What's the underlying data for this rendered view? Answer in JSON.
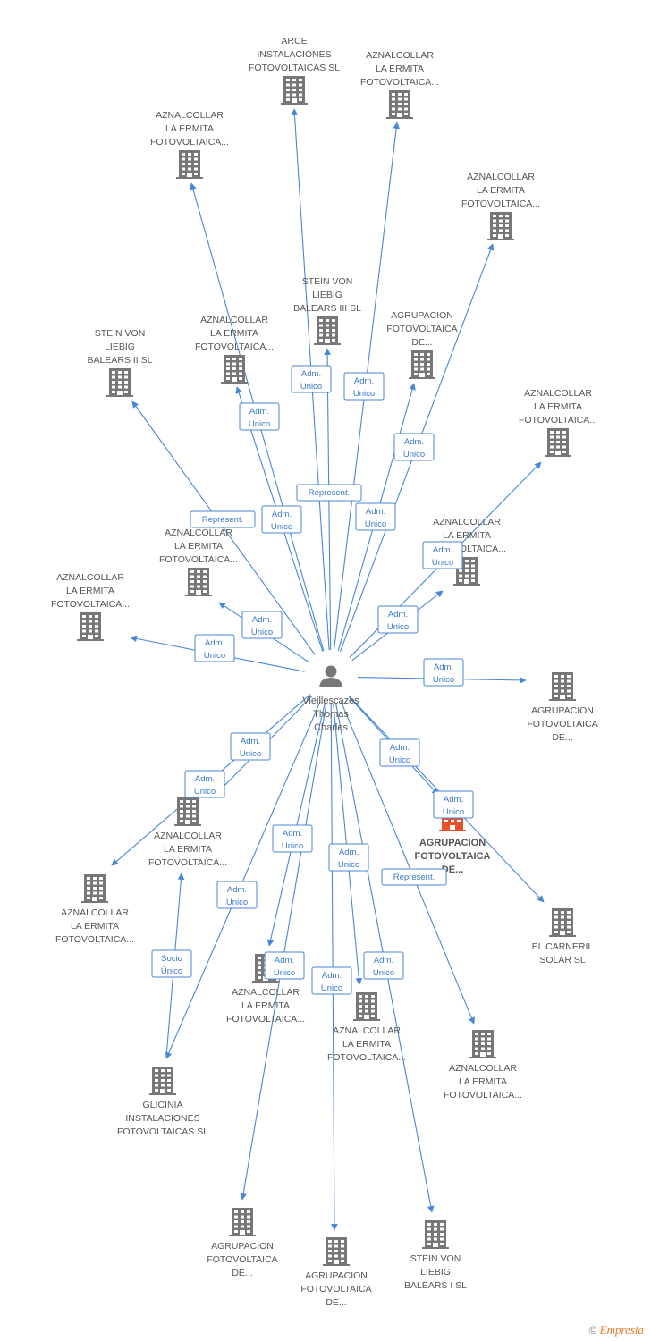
{
  "center": {
    "lines": [
      "Vieillescazes",
      "Thomas",
      "Charles"
    ],
    "icon": "person-icon"
  },
  "colors": {
    "edge": "#4a86d6",
    "building": "#777777",
    "highlight": "#e8502a"
  },
  "nodes": [
    {
      "id": "n1",
      "lines": [
        "ARCE",
        "INSTALACIONES",
        "FOTOVOLTAICAS SL"
      ],
      "icon": "building-icon"
    },
    {
      "id": "n2",
      "lines": [
        "AZNALCOLLAR",
        "LA ERMITA",
        "FOTOVOLTAICA..."
      ],
      "icon": "building-icon"
    },
    {
      "id": "n3",
      "lines": [
        "AZNALCOLLAR",
        "LA ERMITA",
        "FOTOVOLTAICA..."
      ],
      "icon": "building-icon"
    },
    {
      "id": "n4",
      "lines": [
        "AZNALCOLLAR",
        "LA ERMITA",
        "FOTOVOLTAICA..."
      ],
      "icon": "building-icon"
    },
    {
      "id": "n5",
      "lines": [
        "STEIN VON",
        "LIEBIG",
        "BALEARS III SL"
      ],
      "icon": "building-icon"
    },
    {
      "id": "n6",
      "lines": [
        "AGRUPACION",
        "FOTOVOLTAICA",
        "DE..."
      ],
      "icon": "building-icon"
    },
    {
      "id": "n7",
      "lines": [
        "AZNALCOLLAR",
        "LA ERMITA",
        "FOTOVOLTAICA..."
      ],
      "icon": "building-icon"
    },
    {
      "id": "n8",
      "lines": [
        "STEIN VON",
        "LIEBIG",
        "BALEARS II SL"
      ],
      "icon": "building-icon"
    },
    {
      "id": "n9",
      "lines": [
        "AZNALCOLLAR",
        "LA ERMITA",
        "FOTOVOLTAICA..."
      ],
      "icon": "building-icon"
    },
    {
      "id": "n10",
      "lines": [
        "AZNALCOLLAR",
        "LA ERMITA",
        "FOTOVOLTAICA..."
      ],
      "icon": "building-icon"
    },
    {
      "id": "n11",
      "lines": [
        "AZNALCOLLAR",
        "LA ERMITA",
        "FOTOVOLTAICA..."
      ],
      "icon": "building-icon"
    },
    {
      "id": "n12",
      "lines": [
        "AZNALCOLLAR",
        "LA ERMITA",
        "FOTOVOLTAICA..."
      ],
      "icon": "building-icon"
    },
    {
      "id": "n13",
      "lines": [
        "AGRUPACION",
        "FOTOVOLTAICA",
        "DE..."
      ],
      "icon": "building-icon"
    },
    {
      "id": "n14",
      "lines": [
        "AGRUPACION",
        "FOTOVOLTAICA",
        "DE..."
      ],
      "icon": "building-icon",
      "highlight": true
    },
    {
      "id": "n15",
      "lines": [
        "AZNALCOLLAR",
        "LA ERMITA",
        "FOTOVOLTAICA..."
      ],
      "icon": "building-icon"
    },
    {
      "id": "n16",
      "lines": [
        "AZNALCOLLAR",
        "LA ERMITA",
        "FOTOVOLTAICA..."
      ],
      "icon": "building-icon"
    },
    {
      "id": "n17",
      "lines": [
        "EL CARNERIL",
        "SOLAR SL"
      ],
      "icon": "building-icon"
    },
    {
      "id": "n18",
      "lines": [
        "AZNALCOLLAR",
        "LA ERMITA",
        "FOTOVOLTAICA..."
      ],
      "icon": "building-icon"
    },
    {
      "id": "n19",
      "lines": [
        "AZNALCOLLAR",
        "LA ERMITA",
        "FOTOVOLTAICA..."
      ],
      "icon": "building-icon"
    },
    {
      "id": "n20",
      "lines": [
        "AZNALCOLLAR",
        "LA ERMITA",
        "FOTOVOLTAICA..."
      ],
      "icon": "building-icon"
    },
    {
      "id": "n21",
      "lines": [
        "GLICINIA",
        "INSTALACIONES",
        "FOTOVOLTAICAS SL"
      ],
      "icon": "building-icon"
    },
    {
      "id": "n22",
      "lines": [
        "AGRUPACION",
        "FOTOVOLTAICA",
        "DE..."
      ],
      "icon": "building-icon"
    },
    {
      "id": "n23",
      "lines": [
        "AGRUPACION",
        "FOTOVOLTAICA",
        "DE..."
      ],
      "icon": "building-icon"
    },
    {
      "id": "n24",
      "lines": [
        "STEIN VON",
        "LIEBIG",
        "BALEARS I SL"
      ],
      "icon": "building-icon"
    }
  ],
  "edges": [
    {
      "to": "n1",
      "label": [
        "Adm.",
        "Unico"
      ]
    },
    {
      "to": "n2",
      "label": [
        "Adm.",
        "Unico"
      ]
    },
    {
      "to": "n3",
      "label": [
        "Adm.",
        "Unico"
      ]
    },
    {
      "to": "n4",
      "label": [
        "Adm.",
        "Unico"
      ]
    },
    {
      "to": "n5",
      "label": [
        "Represent."
      ]
    },
    {
      "to": "n6",
      "label": [
        "Adm.",
        "Unico"
      ]
    },
    {
      "to": "n7",
      "label": [
        "Adm.",
        "Unico"
      ]
    },
    {
      "to": "n8",
      "label": [
        "Represent."
      ]
    },
    {
      "to": "n9",
      "label": [
        "Adm.",
        "Unico"
      ]
    },
    {
      "to": "n10",
      "label": [
        "Adm.",
        "Unico"
      ]
    },
    {
      "to": "n11",
      "label": [
        "Adm.",
        "Unico"
      ]
    },
    {
      "to": "n12",
      "label": [
        "Adm.",
        "Unico"
      ]
    },
    {
      "to": "n13",
      "label": [
        "Adm.",
        "Unico"
      ]
    },
    {
      "to": "n14",
      "label": [
        "Adm.",
        "Unico"
      ]
    },
    {
      "to": "n15",
      "label": [
        "Adm.",
        "Unico"
      ]
    },
    {
      "to": "n16",
      "label": [
        "Adm.",
        "Unico"
      ]
    },
    {
      "to": "n17",
      "label": [
        "Adm.",
        "Unico"
      ]
    },
    {
      "to": "n18",
      "label": [
        "Adm.",
        "Unico"
      ]
    },
    {
      "to": "n19",
      "label": [
        "Adm.",
        "Unico"
      ]
    },
    {
      "to": "n20",
      "label": [
        "Represent."
      ]
    },
    {
      "to": "n21",
      "label": [
        "Adm.",
        "Unico"
      ]
    },
    {
      "to": "n22",
      "label": [
        "Adm.",
        "Unico"
      ]
    },
    {
      "to": "n23",
      "label": [
        "Adm.",
        "Unico"
      ]
    },
    {
      "to": "n24",
      "label": [
        "Adm.",
        "Unico"
      ]
    },
    {
      "from": "n21",
      "to": "n16",
      "label": [
        "Socio",
        "Único"
      ]
    }
  ],
  "footer": {
    "copyright": "©",
    "brand": "Empresia"
  }
}
